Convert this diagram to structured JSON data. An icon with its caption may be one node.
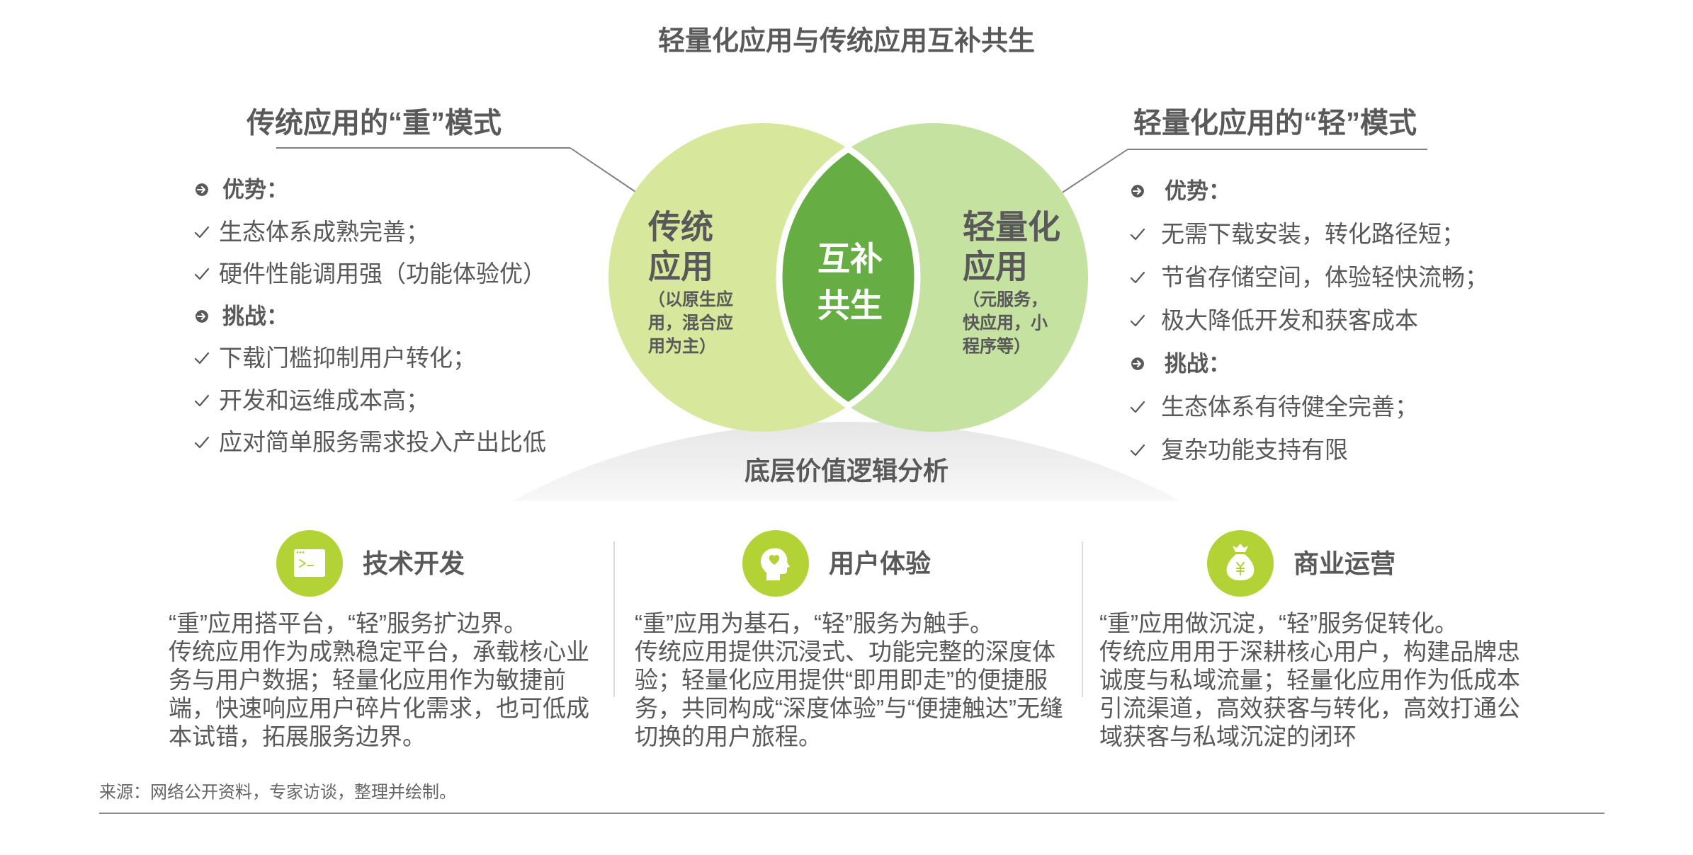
{
  "diagram": {
    "title": "轻量化应用与传统应用互补共生",
    "nodes": [
      {
        "text": [
          "传统应用的“重”模式",
          "优势：",
          "生态体系成熟完善；",
          "硬件性能调用强（功能体验优）",
          "挑战：",
          "下载门槛抑制用户转化；",
          "开发和运维成本高；",
          "应对简单服务需求投入产出比低"
        ]
      },
      {
        "text": [
          "传统应用",
          "（以原生应用，混合应用为主）"
        ]
      },
      {
        "text": [
          "互补共生"
        ]
      },
      {
        "text": [
          "轻量化应用",
          "（元服务，快应用，小程序等）"
        ]
      },
      {
        "text": [
          "轻量化应用的“轻”模式",
          "优势：",
          "无需下载安装，转化路径短；",
          "节省存储空间，体验轻快流畅；",
          "极大降低开发和获客成本",
          "挑战：",
          "生态体系有待健全完善；",
          "复杂功能支持有限"
        ]
      },
      {
        "text": [
          "技术开发",
          "“重”应用搭平台，“轻”服务扩边界。",
          "传统应用作为成熟稳定平台，承载核心业务与用户数据；轻量化应用作为敏捷前端，快速响应用户碎片化需求，也可低成本试错，拓展服务边界。"
        ]
      },
      {
        "text": [
          "用户体验",
          "“重”应用为基石，“轻”服务为触手。",
          "传统应用提供沉浸式、功能完整的深度体验；轻量化应用提供“即用即走”的便捷服务，共同构成“深度体验”与“便捷触达”无缝切换的用户旅程。"
        ]
      },
      {
        "text": [
          "商业运营",
          "“重”应用做沉淀，“轻”服务促转化。",
          "传统应用用于深耕核心用户，构建品牌忠诚度与私域流量；轻量化应用作为低成本引流渠道，高效获客与转化，高效打通公域获客与私域沉淀的闭环"
        ]
      }
    ],
    "edges": [
      {
        "from": 0,
        "to": 1,
        "arrow": "none"
      },
      {
        "from": 4,
        "to": 3,
        "arrow": "none"
      }
    ],
    "labels": [
      "底层价值逻辑分析",
      "来源：网络公开资料，专家访谈，整理并绘制。"
    ]
  }
}
